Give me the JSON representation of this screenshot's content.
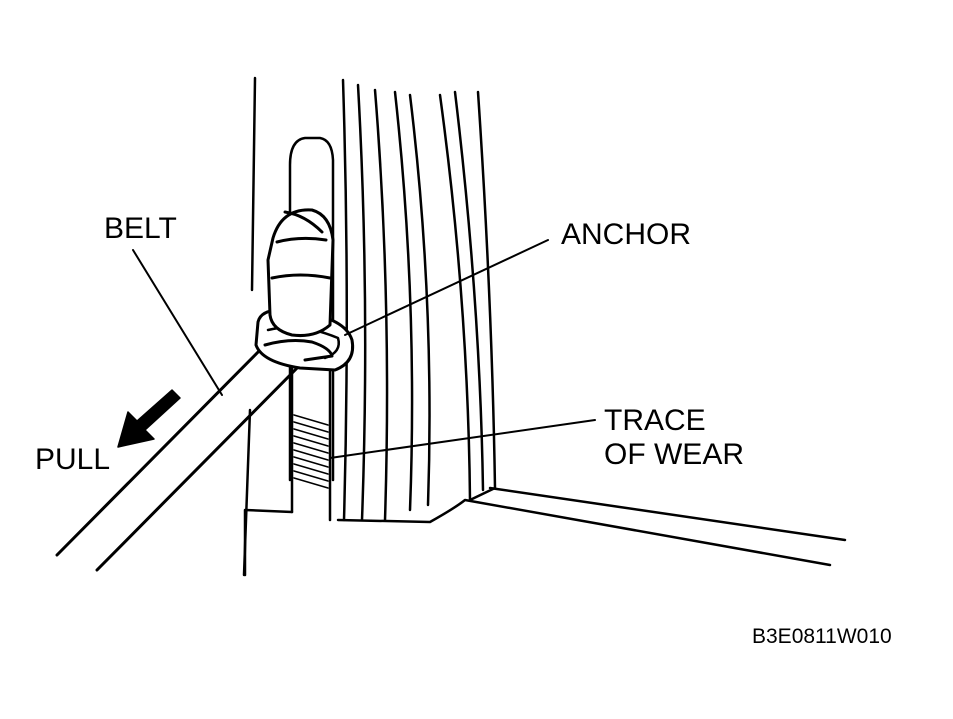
{
  "labels": {
    "belt": "BELT",
    "anchor": "ANCHOR",
    "trace_line1": "TRACE",
    "trace_line2": "OF WEAR",
    "pull": "PULL"
  },
  "figure_code": "B3E0811W010",
  "colors": {
    "ink": "#000000",
    "paper": "#ffffff"
  }
}
